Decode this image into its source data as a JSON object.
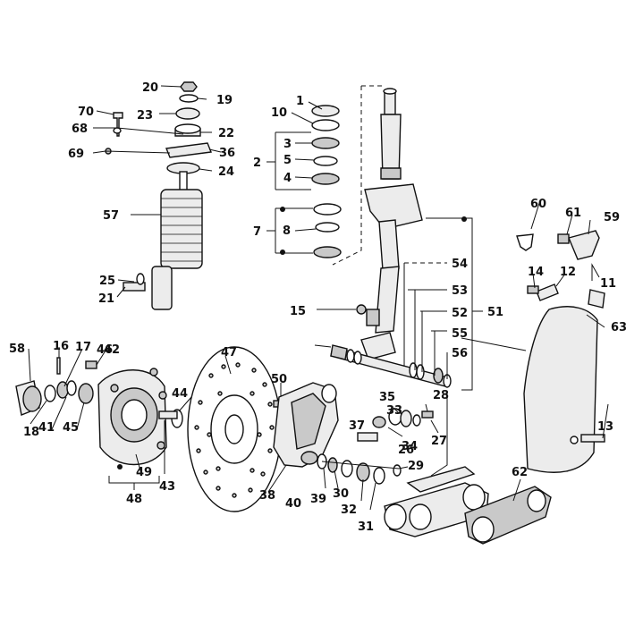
{
  "labels": [
    "1",
    "2",
    "3",
    "4",
    "5",
    "7",
    "8",
    "10",
    "11",
    "12",
    "13",
    "14",
    "15",
    "16",
    "17",
    "18",
    "19",
    "20",
    "21",
    "22",
    "23",
    "24",
    "25",
    "26",
    "27",
    "28",
    "29",
    "30",
    "31",
    "32",
    "33",
    "34",
    "35",
    "36",
    "37",
    "38",
    "39",
    "40",
    "41",
    "42",
    "43",
    "44",
    "45",
    "46",
    "47",
    "48",
    "49",
    "50",
    "51",
    "52",
    "53",
    "54",
    "55",
    "56",
    "57",
    "58",
    "59",
    "60",
    "61",
    "62",
    "63",
    "68",
    "69",
    "70"
  ],
  "group_markers": [
    "bracket-2",
    "bracket-7",
    "bracket-48",
    "bracket-51"
  ]
}
